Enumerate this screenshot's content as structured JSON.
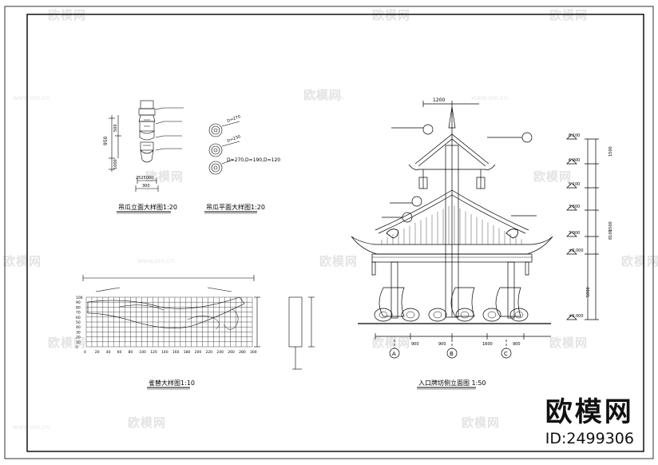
{
  "watermark": {
    "brand": "欧模网",
    "url": "www.om.cn"
  },
  "brand_block": {
    "name": "欧模网",
    "id": "ID:2499306"
  },
  "titles": {
    "hanging_column_elevation": "吊瓜立面大样图1:20",
    "hanging_column_plan": "吊瓜平面大样图1:20",
    "bracket_detail": "雀替大样图1:10",
    "gate_side_elevation": "入口牌坊侧立面图 1:50"
  },
  "labels": {
    "hc_dims": [
      "950",
      "500",
      "1000"
    ],
    "hc_bottom_dims": [
      "2525000",
      "300"
    ],
    "hc_plan_dims": [
      "D=270",
      "D=230",
      "D=270,D=190,D=120"
    ],
    "gate_top_dim": "1200",
    "elev_levels": [
      "8.100",
      "6.900",
      "5.100",
      "3.600",
      "3.000",
      "±0.000"
    ],
    "elev_segments": [
      "1500",
      "1500",
      "5000"
    ],
    "elev_total": "8100",
    "bottom_dims": [
      "900",
      "900",
      "1600",
      "900"
    ],
    "axes": [
      "A",
      "B",
      "C"
    ],
    "grid_y": [
      "100",
      "90",
      "80",
      "70",
      "60",
      "50",
      "40",
      "30",
      "20",
      "10",
      "0"
    ],
    "grid_x": [
      "0",
      "20",
      "40",
      "60",
      "80",
      "100",
      "120",
      "140",
      "160",
      "180",
      "200",
      "220",
      "240",
      "260",
      "280",
      "300"
    ]
  }
}
